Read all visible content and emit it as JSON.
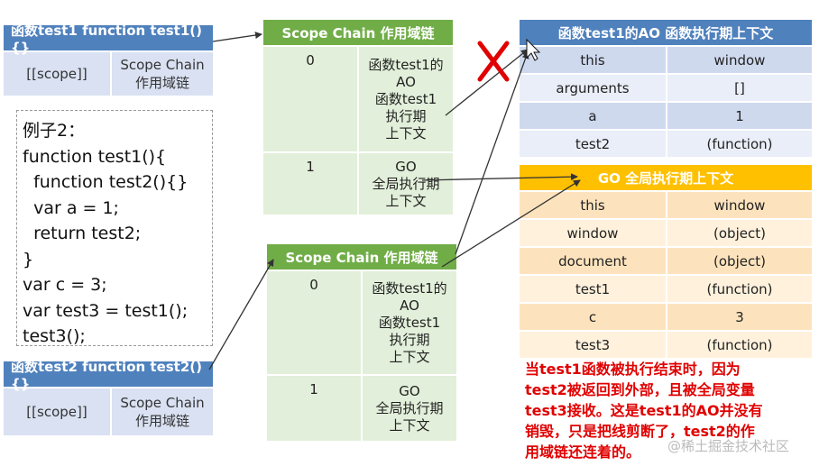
{
  "test1_box": {
    "header": "函数test1  function test1(){}",
    "scope_label": "[[scope]]",
    "chain_label_1": "Scope Chain",
    "chain_label_2": "作用域链"
  },
  "test2_box": {
    "header": "函数test2  function test2(){}",
    "scope_label": "[[scope]]",
    "chain_label_1": "Scope Chain",
    "chain_label_2": "作用域链"
  },
  "code": {
    "lines": [
      "例子2：",
      "function test1(){",
      "  function test2(){}",
      "  var a = 1;",
      "  return test2;",
      "}",
      "var c = 3;",
      "var test3 = test1();",
      "test3();"
    ]
  },
  "scope_chain_top": {
    "title": "Scope Chain 作用域链",
    "rows": [
      {
        "index": "0",
        "lines": [
          "函数test1的",
          "AO",
          "函数test1",
          "执行期",
          "上下文"
        ]
      },
      {
        "index": "1",
        "lines": [
          "GO",
          "全局执行期",
          "上下文"
        ]
      }
    ]
  },
  "scope_chain_bottom": {
    "title": "Scope Chain 作用域链",
    "rows": [
      {
        "index": "0",
        "lines": [
          "函数test1的",
          "AO",
          "函数test1",
          "执行期",
          "上下文"
        ]
      },
      {
        "index": "1",
        "lines": [
          "GO",
          "全局执行期",
          "上下文"
        ]
      }
    ]
  },
  "ao_table": {
    "title": "函数test1的AO 函数执行期上下文",
    "rows": [
      {
        "key": "this",
        "value": "window"
      },
      {
        "key": "arguments",
        "value": "[]"
      },
      {
        "key": "a",
        "value": "1"
      },
      {
        "key": "test2",
        "value": "(function)"
      }
    ]
  },
  "go_table": {
    "title": "GO 全局执行期上下文",
    "rows": [
      {
        "key": "this",
        "value": "window"
      },
      {
        "key": "window",
        "value": "(object)"
      },
      {
        "key": "document",
        "value": "(object)"
      },
      {
        "key": "test1",
        "value": "(function)"
      },
      {
        "key": "c",
        "value": "3"
      },
      {
        "key": "test3",
        "value": "(function)"
      }
    ]
  },
  "note": {
    "lines": [
      "当test1函数被执行结束时，因为",
      "test2被返回到外部，且被全局变量",
      "test3接收。这是test1的AO并没有",
      "销毁，只是把线剪断了，test2的作",
      "用域链还连着的。"
    ]
  },
  "watermark": "@稀土掘金技术社区",
  "colors": {
    "blue_header": "#4f81bd",
    "green_header": "#70ad47",
    "orange_header": "#ffc000",
    "note_red": "#e00000",
    "cross_red": "#e00000"
  }
}
